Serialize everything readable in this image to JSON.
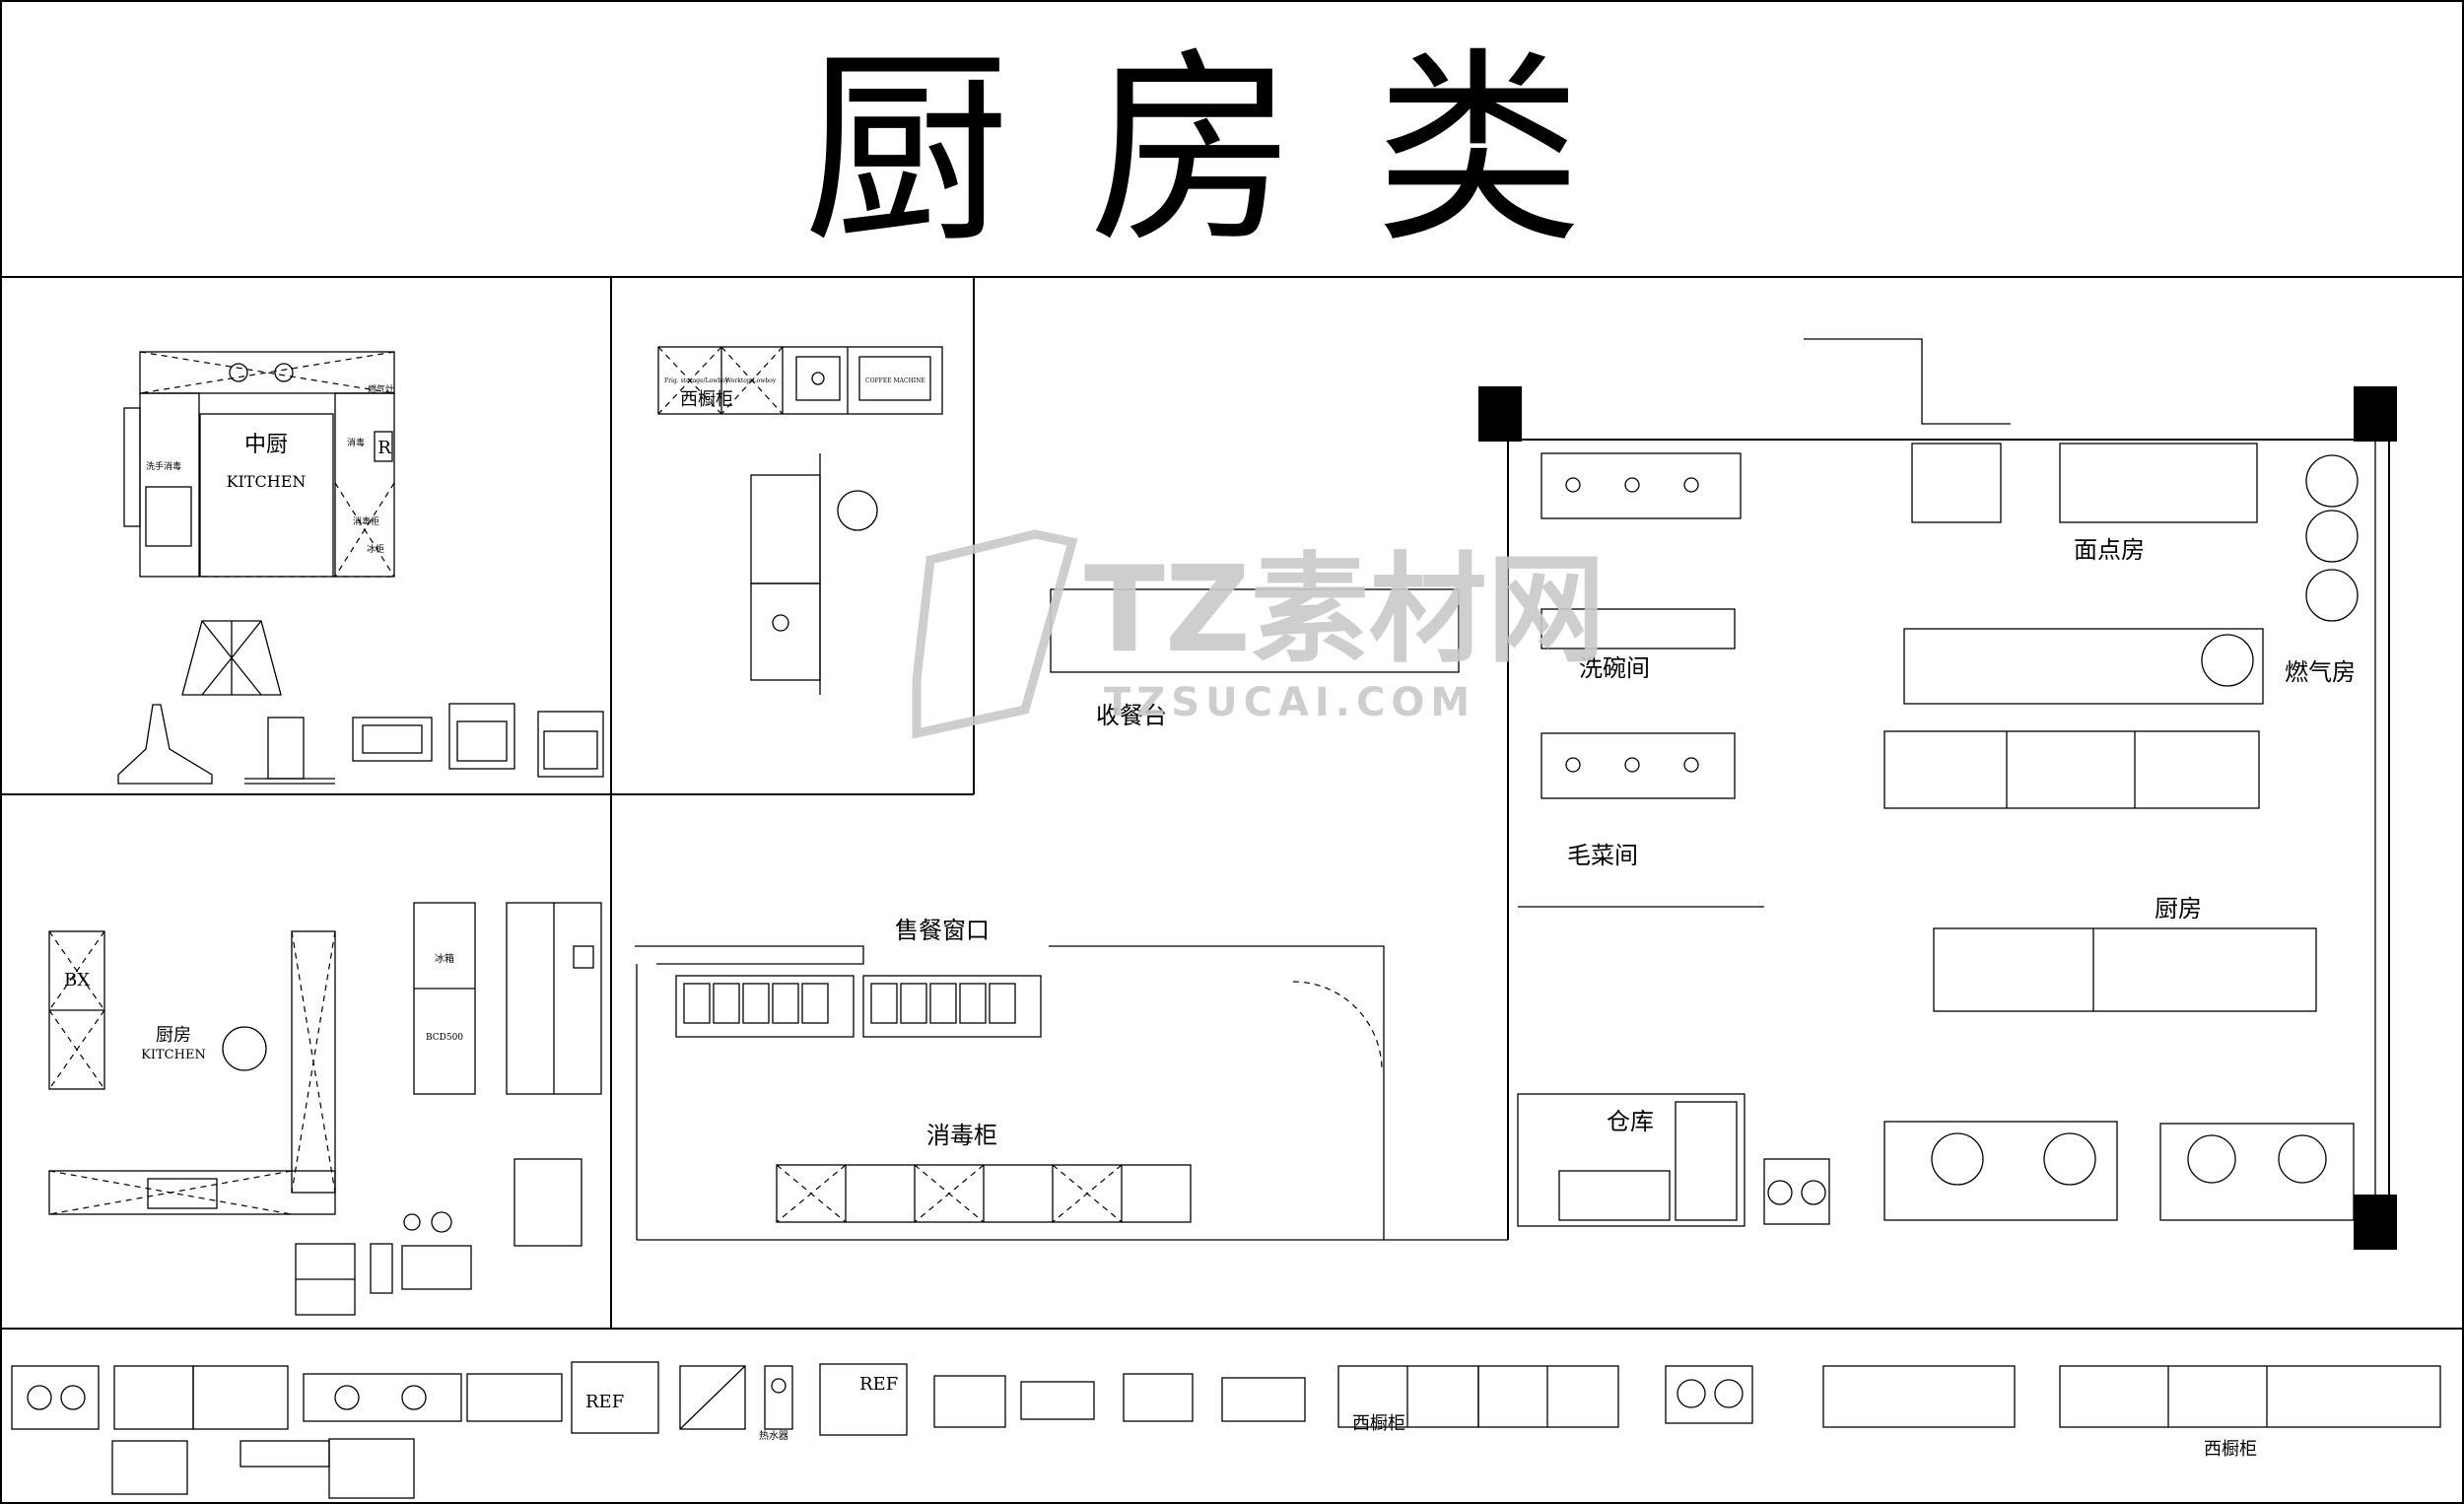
{
  "title": "厨房类",
  "panel_a": {
    "room_zh": "中厨",
    "room_en": "KITCHEN",
    "fridge_mark": "R",
    "small_labels": [
      "燃气灶",
      "洗手消毒",
      "消毒柜",
      "冰柜",
      "消毒"
    ]
  },
  "panel_b": {
    "cabinet_label": "西橱柜",
    "cabinet_tags": [
      "Frig. storage/Lowboy",
      "Worktop Lowboy",
      "COFFEE MACHINE"
    ]
  },
  "panel_c": {
    "bx_mark": "BX",
    "room_zh": "厨房",
    "room_en": "KITCHEN",
    "fridge_small_label": "冰箱",
    "fridge_small_model": "BCD500"
  },
  "plan": {
    "service_counter": "收餐台",
    "sales_window": "售餐窗口",
    "sterilizer": "消毒柜",
    "dish_room": "洗碗间",
    "prep_room": "毛菜间",
    "storage": "仓库",
    "pastry_room": "面点房",
    "gas_room": "燃气房",
    "kitchen": "厨房"
  },
  "strip": {
    "ref_tags": [
      "REF",
      "REF"
    ],
    "small_tag": "热水器",
    "cabinet_label_1": "西橱柜",
    "cabinet_label_2": "西橱柜"
  },
  "watermark": {
    "brand": "TZ素材网",
    "url": "TZSUCAI.COM"
  }
}
